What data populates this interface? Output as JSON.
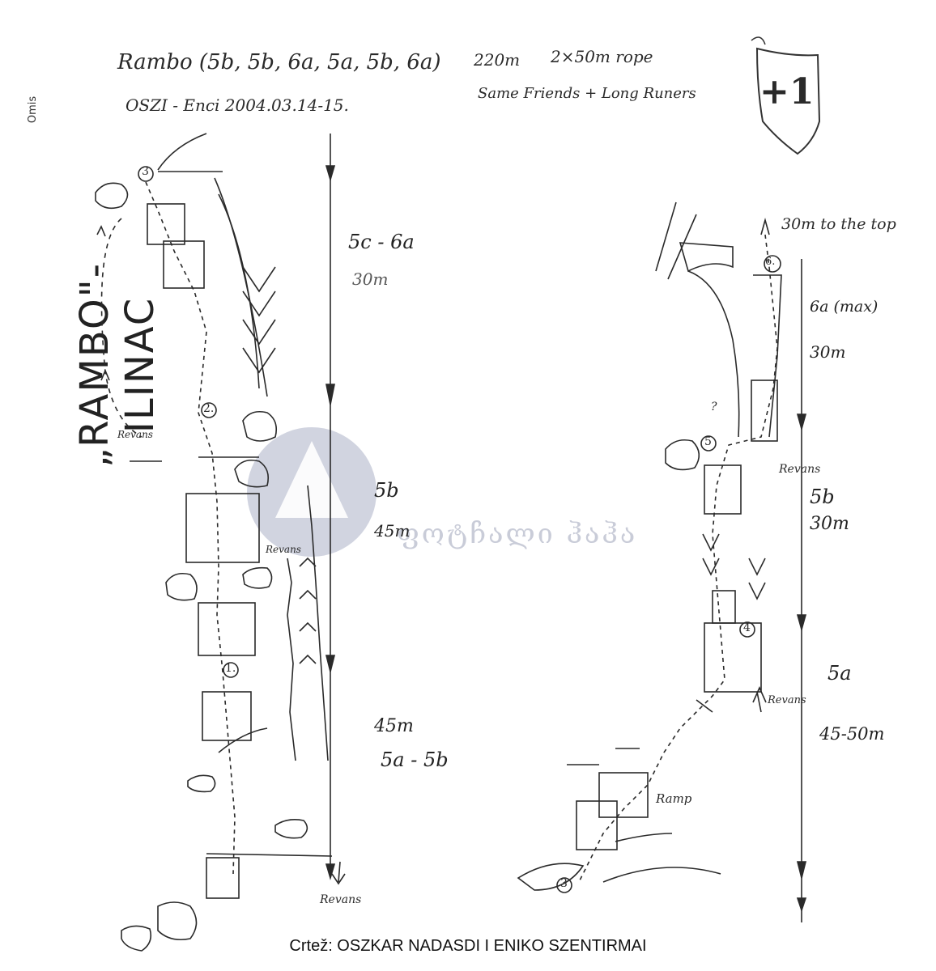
{
  "header": {
    "route_line": "Rambo (5b, 5b, 6a, 5a, 5b, 6a)",
    "authors_line": "OSZI - Enci  2004.03.14-15.",
    "length": "220m",
    "rope": "2×50m rope",
    "gear": "Same Friends + Long Runers"
  },
  "title": "„RAMBO\"-ILINAC",
  "location": "Omis",
  "badge": "+1",
  "left_topo": {
    "pitches": [
      {
        "grade": "5c - 6a",
        "length": "30m"
      },
      {
        "grade": "5b",
        "length": "45m"
      },
      {
        "grade": "5a - 5b",
        "length": "45m"
      }
    ],
    "belay_labels": [
      "1.",
      "2.",
      "3"
    ],
    "notes": [
      "Revans",
      "Revans",
      "Revans"
    ]
  },
  "right_topo": {
    "top_note": "30m to the top",
    "pitches": [
      {
        "grade": "6a (max)",
        "length": "30m"
      },
      {
        "grade": "5b",
        "length": "30m"
      },
      {
        "grade": "5a",
        "length": "45-50m"
      }
    ],
    "belay_labels": [
      "3",
      "4",
      "5",
      "6."
    ],
    "notes": [
      "Revans",
      "Revans",
      "Ramp",
      "?"
    ]
  },
  "watermark": "ფოტჩალი ჰაჰა",
  "caption": "Crtež: OSZKAR NADASDI I ENIKO SZENTIRMAI",
  "colors": {
    "pencil": "#2a2a2a",
    "watermark": "#c5c9d8"
  }
}
